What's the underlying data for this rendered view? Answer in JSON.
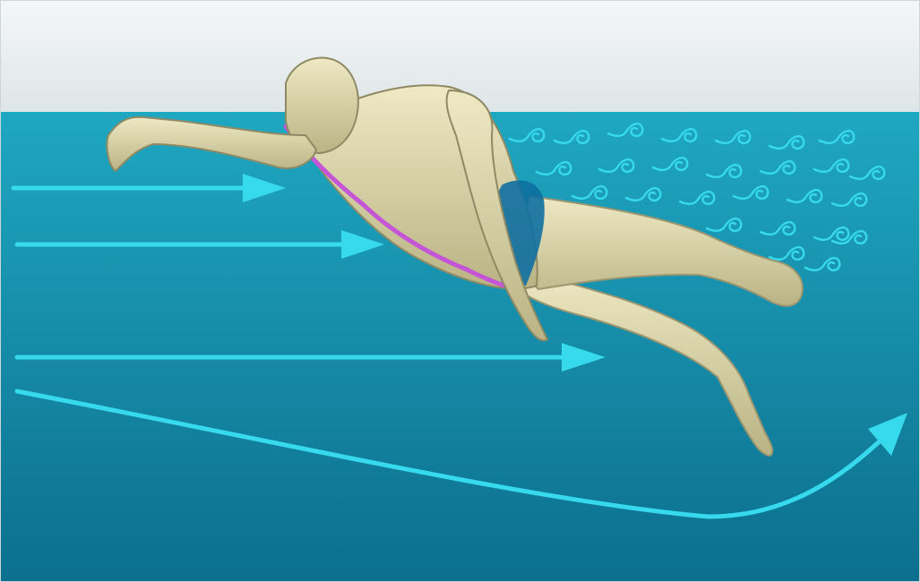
{
  "diagram": {
    "colors": {
      "sky_top": "#f4f6f6",
      "sky_bottom": "#dfe6e8",
      "water_top": "#1fa7c1",
      "water_bottom": "#0c6f8e",
      "flow": "#37d9ec",
      "body": "#dcd6aa",
      "body_shadow": "#8f8a64",
      "swimsuit": "#0e6fa0",
      "highlight": "#c455d6"
    },
    "icons": {
      "flow_arrow": "right-arrow",
      "flow_curve": "curved-arrow",
      "turbulence": "swirl"
    },
    "flow_arrows_count": 3,
    "turbulence_swirls_count": 26
  }
}
